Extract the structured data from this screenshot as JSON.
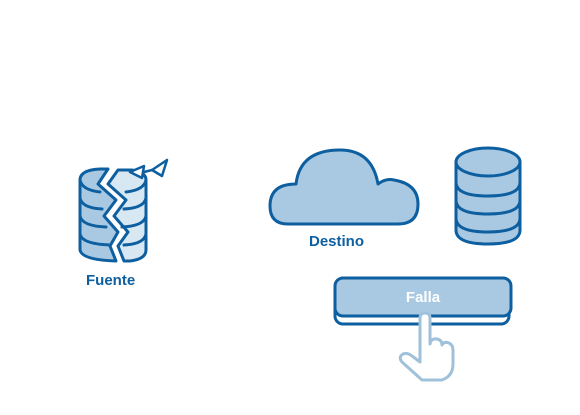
{
  "source": {
    "label": "Fuente"
  },
  "destination": {
    "label": "Destino"
  },
  "fail_button": {
    "label": "Falla"
  },
  "icons": {
    "source": "broken-database-icon",
    "disconnect": "broken-link-icon",
    "destination": "cloud-icon",
    "storage": "database-icon",
    "cursor": "hand-pointer-icon"
  },
  "colors": {
    "stroke": "#0d5fa0",
    "fill": "#a9c9e2",
    "light_fill": "#d8e8f3",
    "cursor_stroke": "#9fc1da"
  }
}
